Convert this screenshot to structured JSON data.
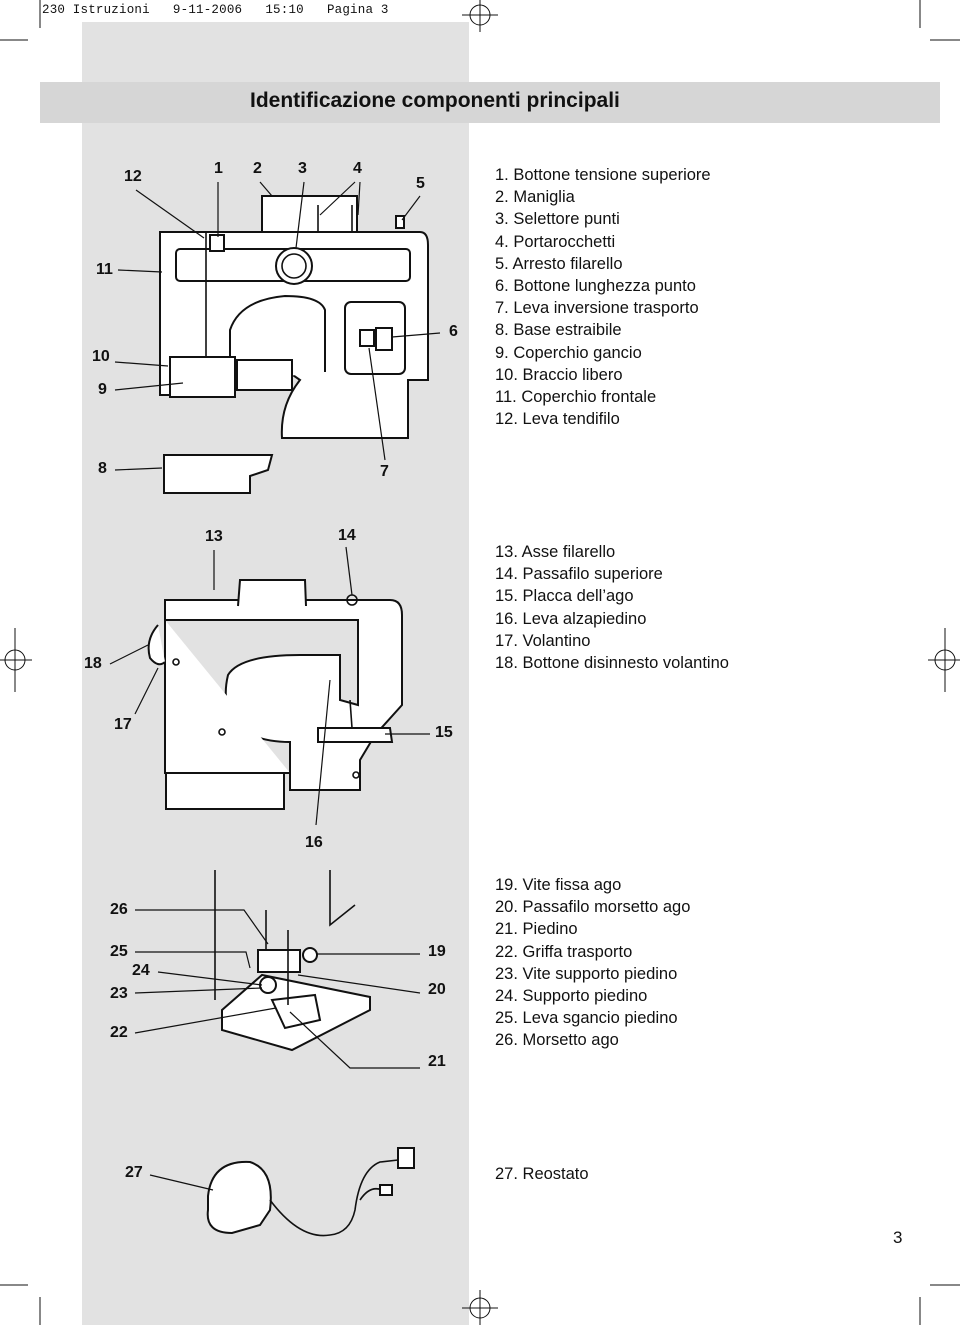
{
  "print_header": "230 Istruzioni   9-11-2006   15:10   Pagina 3",
  "title": "Identificazione componenti principali",
  "page_number": "3",
  "section1": {
    "items": [
      {
        "num": "1.",
        "label": "Bottone tensione superiore"
      },
      {
        "num": "2.",
        "label": "Maniglia"
      },
      {
        "num": "3.",
        "label": "Selettore punti"
      },
      {
        "num": "4.",
        "label": "Portarocchetti"
      },
      {
        "num": "5.",
        "label": "Arresto filarello"
      },
      {
        "num": "6.",
        "label": "Bottone lunghezza punto"
      },
      {
        "num": "7.",
        "label": "Leva inversione trasporto"
      },
      {
        "num": "8.",
        "label": "Base estraibile"
      },
      {
        "num": "9.",
        "label": "Coperchio gancio"
      },
      {
        "num": "10.",
        "label": "Braccio libero"
      },
      {
        "num": "11.",
        "label": "Coperchio frontale"
      },
      {
        "num": "12.",
        "label": "Leva tendifilo"
      }
    ],
    "callouts": [
      "12",
      "1",
      "2",
      "3",
      "4",
      "5",
      "11",
      "6",
      "10",
      "9",
      "8",
      "7"
    ]
  },
  "section2": {
    "items": [
      {
        "num": "13.",
        "label": "Asse filarello"
      },
      {
        "num": "14.",
        "label": "Passafilo superiore"
      },
      {
        "num": "15.",
        "label": "Placca dell’ago"
      },
      {
        "num": "16.",
        "label": "Leva alzapiedino"
      },
      {
        "num": "17.",
        "label": "Volantino"
      },
      {
        "num": "18.",
        "label": "Bottone disinnesto volantino"
      }
    ],
    "callouts": [
      "13",
      "14",
      "18",
      "17",
      "15",
      "16"
    ]
  },
  "section3": {
    "items": [
      {
        "num": "19.",
        "label": "Vite fissa ago"
      },
      {
        "num": "20.",
        "label": "Passafilo morsetto ago"
      },
      {
        "num": "21.",
        "label": "Piedino"
      },
      {
        "num": "22.",
        "label": "Griffa trasporto"
      },
      {
        "num": "23.",
        "label": "Vite supporto piedino"
      },
      {
        "num": "24.",
        "label": "Supporto piedino"
      },
      {
        "num": "25.",
        "label": "Leva sgancio piedino"
      },
      {
        "num": "26.",
        "label": "Morsetto ago"
      }
    ],
    "callouts": [
      "26",
      "25",
      "24",
      "23",
      "22",
      "19",
      "20",
      "21"
    ]
  },
  "section4": {
    "items": [
      {
        "num": "27.",
        "label": "Reostato"
      }
    ],
    "callouts": [
      "27"
    ]
  }
}
